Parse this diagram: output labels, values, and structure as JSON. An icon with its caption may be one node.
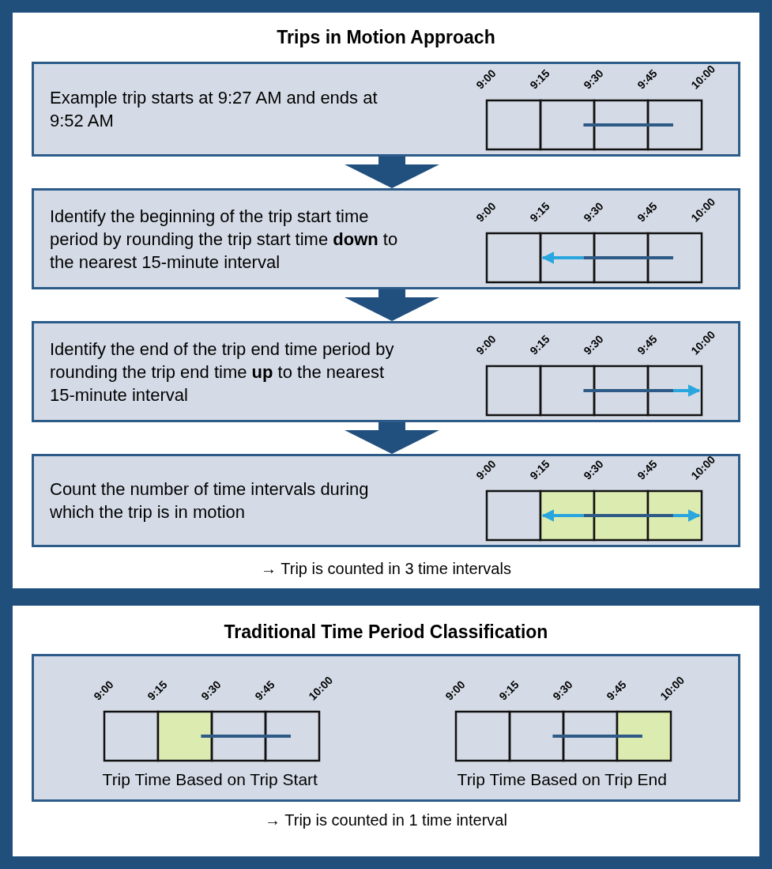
{
  "diagram": {
    "nodes": [
      {
        "text": [
          "Trips in Motion Approach",
          "→ Trip is counted in 3 time intervals"
        ]
      },
      {
        "text": [
          "Example trip starts at 9:27 AM and ends at 9:52 AM"
        ],
        "in": 0
      },
      {
        "text": [
          "Identify the beginning of the trip start time period by rounding the trip start time **down** to the nearest 15-minute interval"
        ],
        "in": 0
      },
      {
        "text": [
          "Identify the end of the trip end time period by rounding the trip end time **up** to the nearest 15-minute interval"
        ],
        "in": 0
      },
      {
        "text": [
          "Count the number of time intervals during which the trip is in motion"
        ],
        "in": 0
      },
      {
        "text": [
          "Traditional Time Period Classification",
          "→ Trip is counted in 1 time interval"
        ]
      },
      {
        "text": [
          "Trip Time Based on Trip Start",
          "Trip Time Based on Trip End"
        ],
        "in": 5
      }
    ],
    "edges": [
      {
        "from": 1,
        "to": 2,
        "arrow": "to"
      },
      {
        "from": 2,
        "to": 3,
        "arrow": "to"
      },
      {
        "from": 3,
        "to": 4,
        "arrow": "to"
      }
    ],
    "labels": [
      "9:00",
      "9:15",
      "9:30",
      "9:45",
      "10:00",
      "9:00",
      "9:15",
      "9:30",
      "9:45",
      "10:00",
      "9:00",
      "9:15",
      "9:30",
      "9:45",
      "10:00",
      "9:00",
      "9:15",
      "9:30",
      "9:45",
      "10:00",
      "9:00",
      "9:15",
      "9:30",
      "9:45",
      "10:00",
      "9:00",
      "9:15",
      "9:30",
      "9:45",
      "10:00"
    ]
  }
}
